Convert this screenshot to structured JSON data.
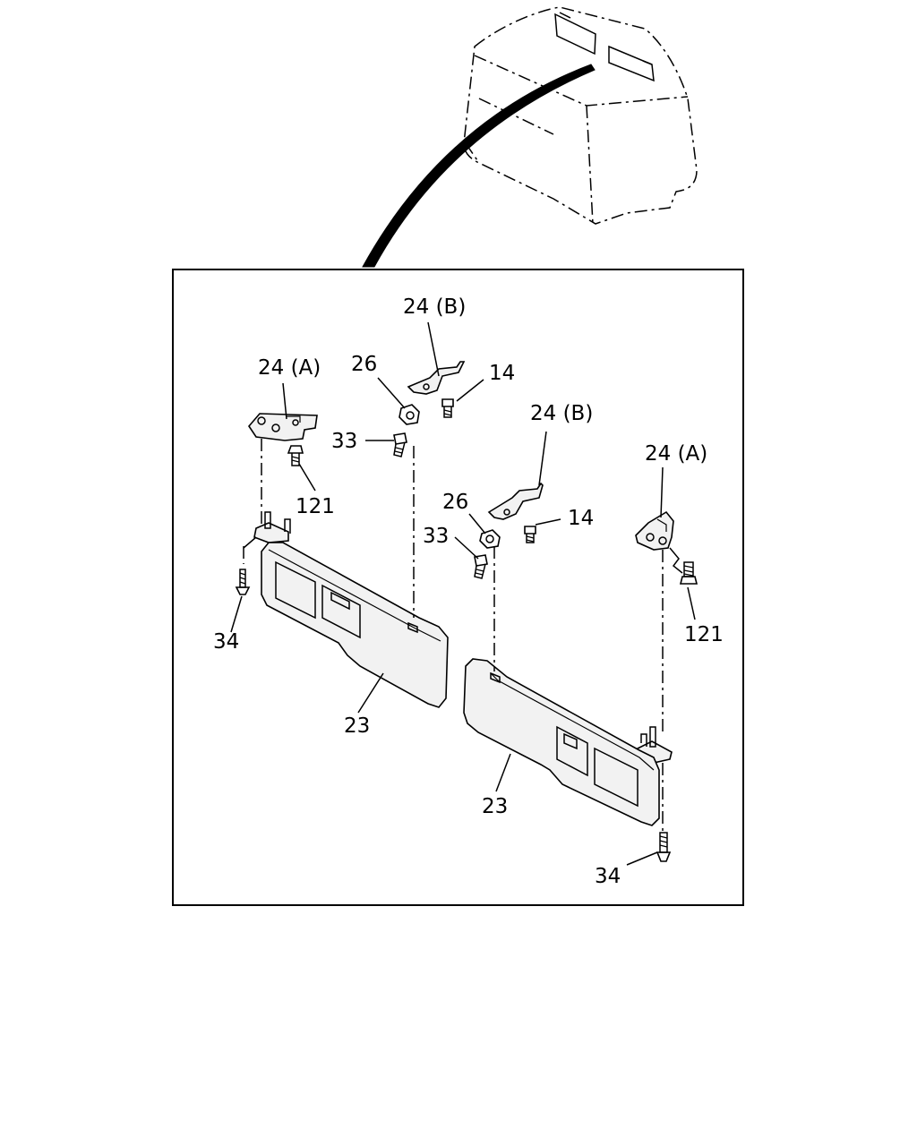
{
  "callouts": {
    "label_24b_1": "24 (B)",
    "label_24a_1": "24 (A)",
    "label_26_1": "26",
    "label_14_1": "14",
    "label_33_1": "33",
    "label_121_1": "121",
    "label_24b_2": "24 (B)",
    "label_24a_2": "24 (A)",
    "label_26_2": "26",
    "label_14_2": "14",
    "label_33_2": "33",
    "label_121_2": "121",
    "label_34_1": "34",
    "label_23_1": "23",
    "label_23_2": "23",
    "label_34_2": "34"
  }
}
